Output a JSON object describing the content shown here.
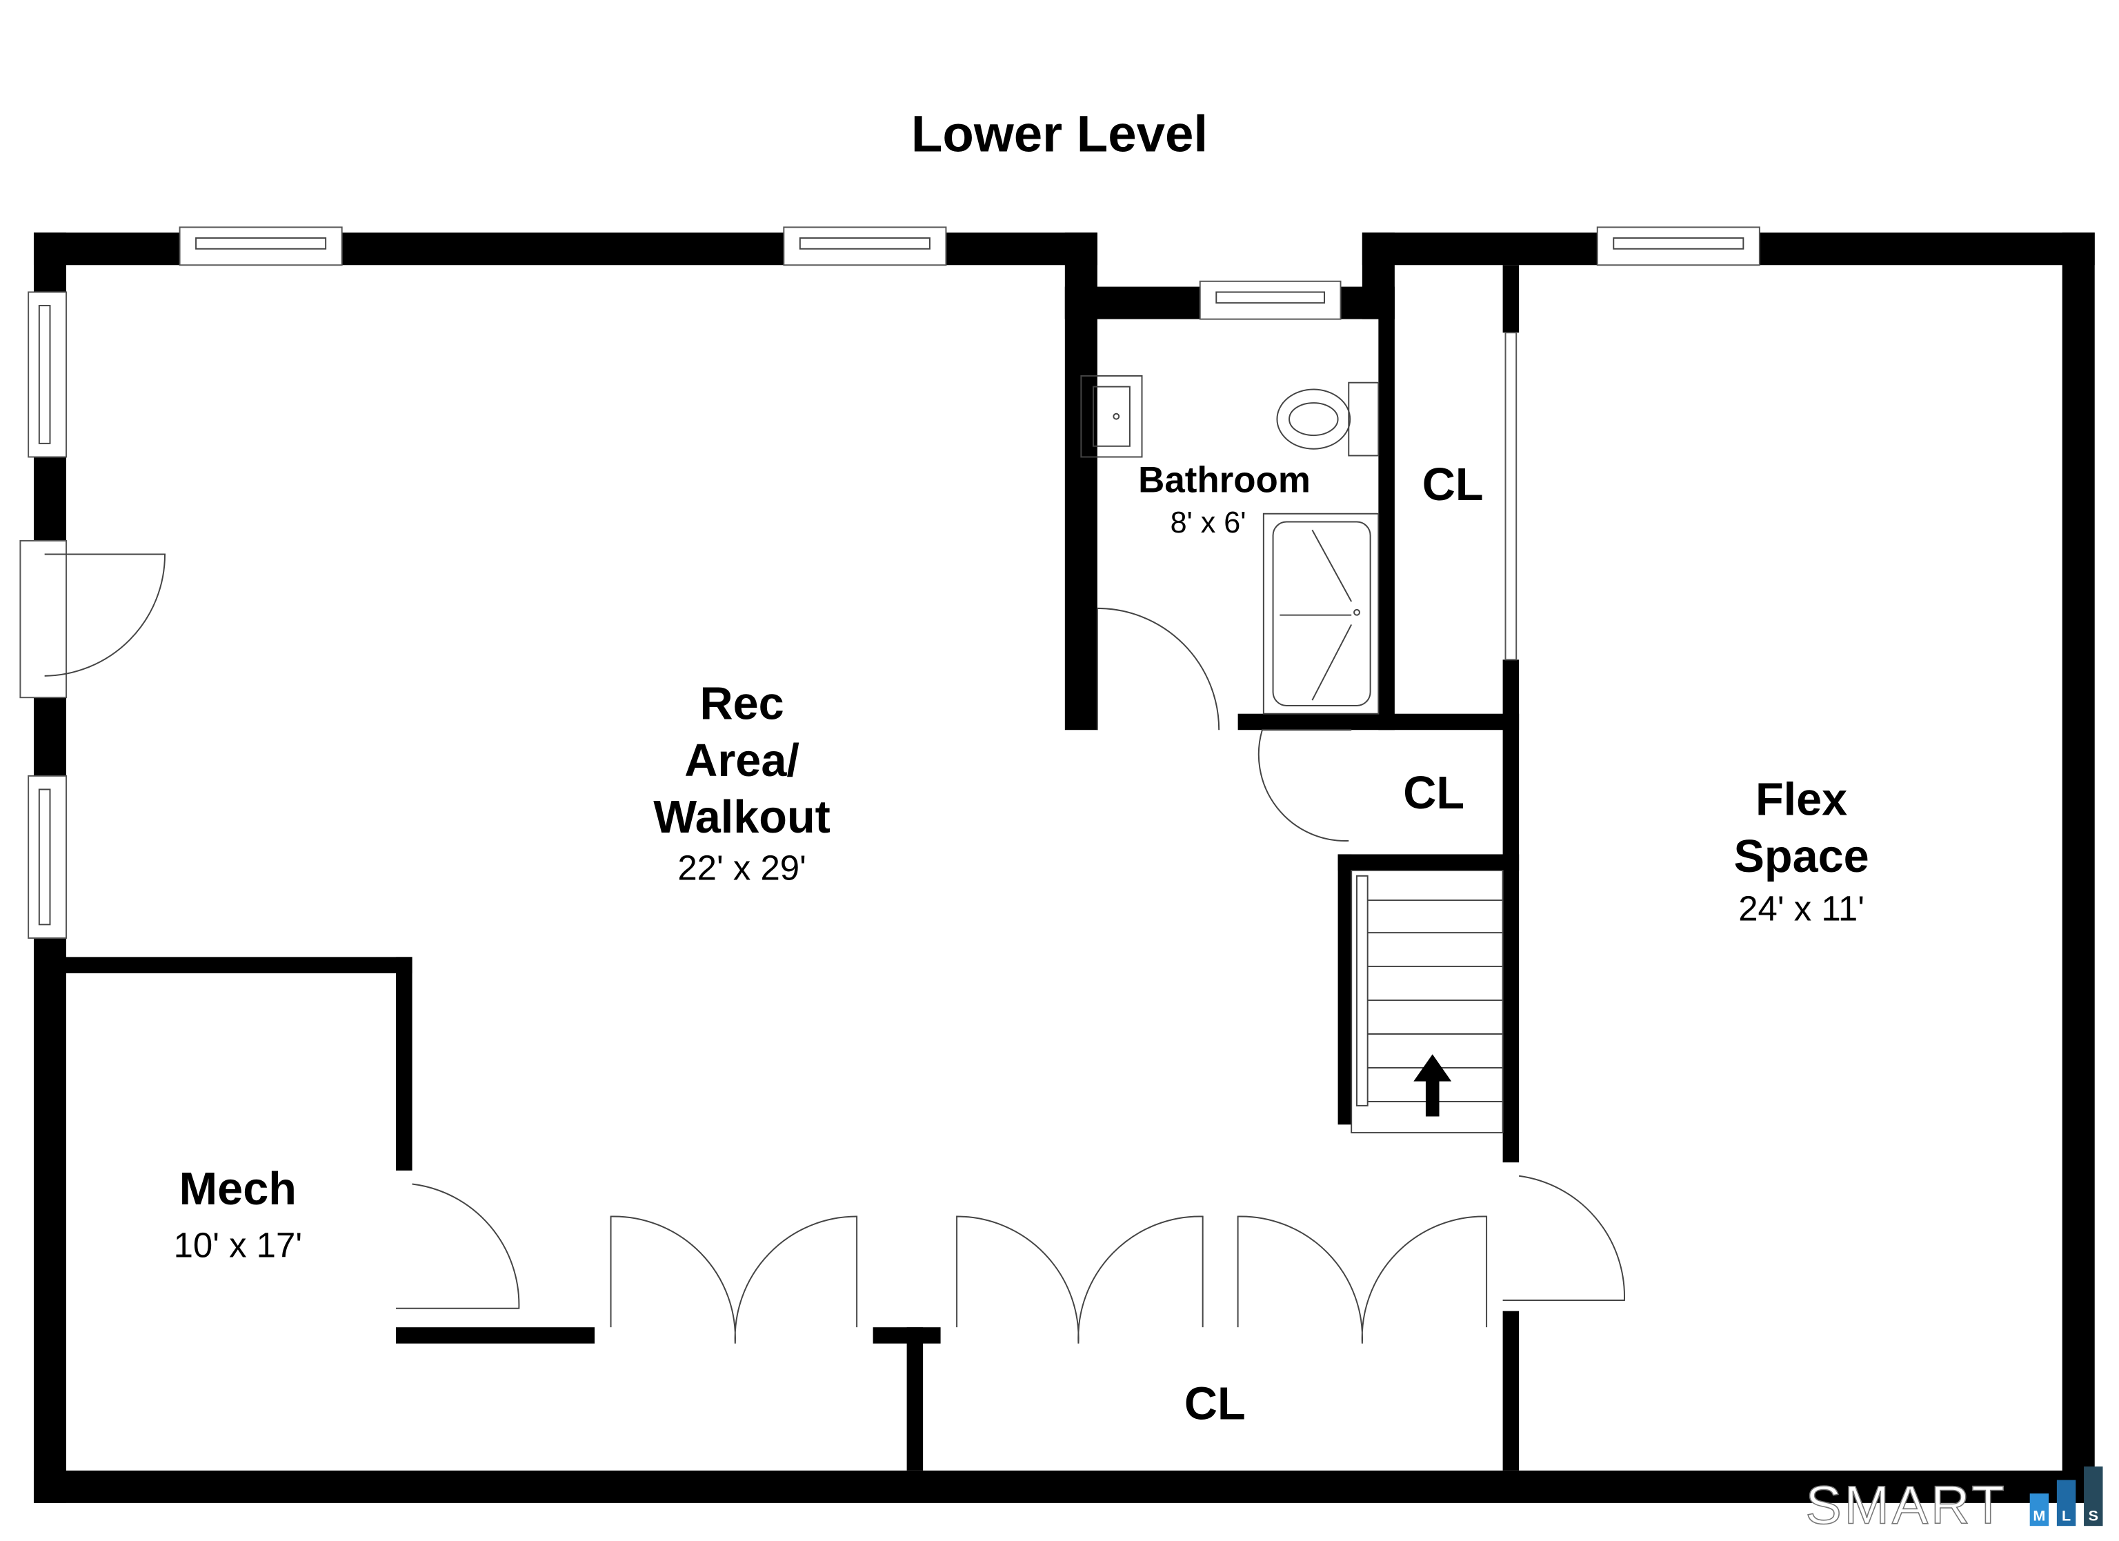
{
  "title": "Lower Level",
  "rooms": {
    "rec": {
      "line1": "Rec",
      "line2": "Area/",
      "line3": "Walkout",
      "size": "22' x 29'"
    },
    "bathroom": {
      "name": "Bathroom",
      "size": "8' x 6'"
    },
    "closet_upper": {
      "name": "CL"
    },
    "closet_middle": {
      "name": "CL"
    },
    "closet_bottom": {
      "name": "CL"
    },
    "flex": {
      "line1": "Flex",
      "line2": "Space",
      "size": "24' x 11'"
    },
    "mech": {
      "name": "Mech",
      "size": "10' x 17'"
    }
  },
  "logo": {
    "text": "SMART",
    "letters": [
      "M",
      "L",
      "S"
    ],
    "colors": [
      "#2f8fd6",
      "#1f6aa5",
      "#26495c"
    ]
  }
}
